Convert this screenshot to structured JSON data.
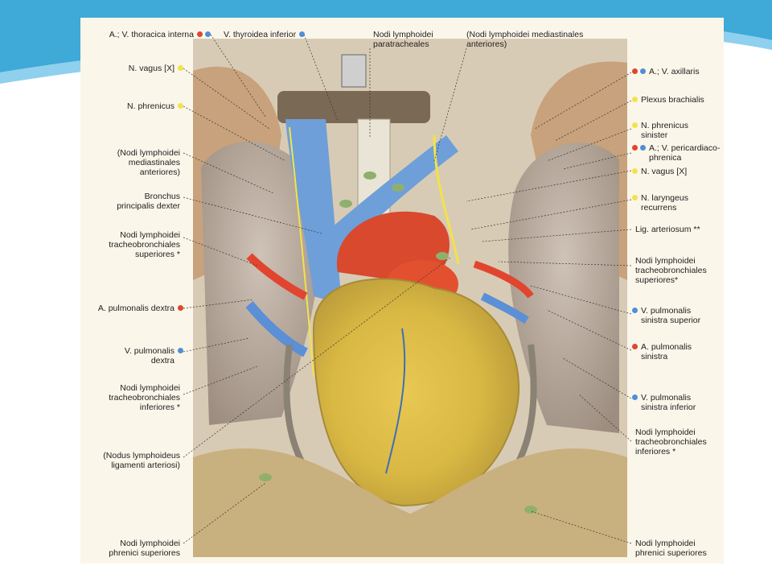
{
  "colors": {
    "frame": "#3fa9d8",
    "frame_light": "#8fd0ee",
    "page_bg": "#fbf6ea",
    "artery": "#e2452f",
    "vein": "#4f8fd6",
    "nerve": "#f2e34a",
    "heart_fat": "#e9d25a",
    "lung": "#b9aaa0"
  },
  "labels": {
    "left": [
      {
        "text": "A.; V. thoracica interna",
        "dots": [
          "red",
          "blue"
        ]
      },
      {
        "text": "N. vagus [X]",
        "dots": [
          "yellow"
        ]
      },
      {
        "text": "N. phrenicus",
        "dots": [
          "yellow"
        ]
      },
      {
        "text": "(Nodi lymphoidei\nmediastinales\nanteriores)",
        "dots": []
      },
      {
        "text": "Bronchus\nprincipalis dexter",
        "dots": []
      },
      {
        "text": "Nodi lymphoidei\ntracheobronchiales\nsuperiores *",
        "dots": []
      },
      {
        "text": "A. pulmonalis dextra",
        "dots": [
          "red"
        ]
      },
      {
        "text": "V. pulmonalis\ndextra",
        "dots": [
          "blue"
        ]
      },
      {
        "text": "Nodi lymphoidei\ntracheobronchiales\ninferiores *",
        "dots": []
      },
      {
        "text": "(Nodus lymphoideus\nligamenti arteriosi)",
        "dots": []
      },
      {
        "text": "Nodi lymphoidei\nphrenici superiores",
        "dots": []
      }
    ],
    "top": [
      {
        "text": "V. thyroidea inferior",
        "dots": [
          "blue"
        ]
      },
      {
        "text": "Nodi lymphoidei\nparatracheales",
        "dots": []
      },
      {
        "text": "(Nodi lymphoidei mediastinales\nanteriores)",
        "dots": []
      }
    ],
    "right": [
      {
        "text": "A.; V. axillaris",
        "dots": [
          "red",
          "blue"
        ]
      },
      {
        "text": "Plexus brachialis",
        "dots": [
          "yellow"
        ]
      },
      {
        "text": "N. phrenicus\nsinister",
        "dots": [
          "yellow"
        ]
      },
      {
        "text": "A.; V. pericardiaco-\nphrenica",
        "dots": [
          "red",
          "blue"
        ]
      },
      {
        "text": "N. vagus [X]",
        "dots": [
          "yellow"
        ]
      },
      {
        "text": "N. laryngeus\nrecurrens",
        "dots": [
          "yellow"
        ]
      },
      {
        "text": "Lig. arteriosum **",
        "dots": []
      },
      {
        "text": "Nodi lymphoidei\ntracheobronchiales\nsuperiores*",
        "dots": []
      },
      {
        "text": "V. pulmonalis\nsinistra superior",
        "dots": [
          "blue"
        ]
      },
      {
        "text": "A. pulmonalis\nsinistra",
        "dots": [
          "red"
        ]
      },
      {
        "text": "V. pulmonalis\nsinistra inferior",
        "dots": [
          "blue"
        ]
      },
      {
        "text": "Nodi lymphoidei\ntracheobronchiales\ninferiores *",
        "dots": []
      },
      {
        "text": "Nodi lymphoidei\nphrenici superiores",
        "dots": []
      }
    ]
  }
}
